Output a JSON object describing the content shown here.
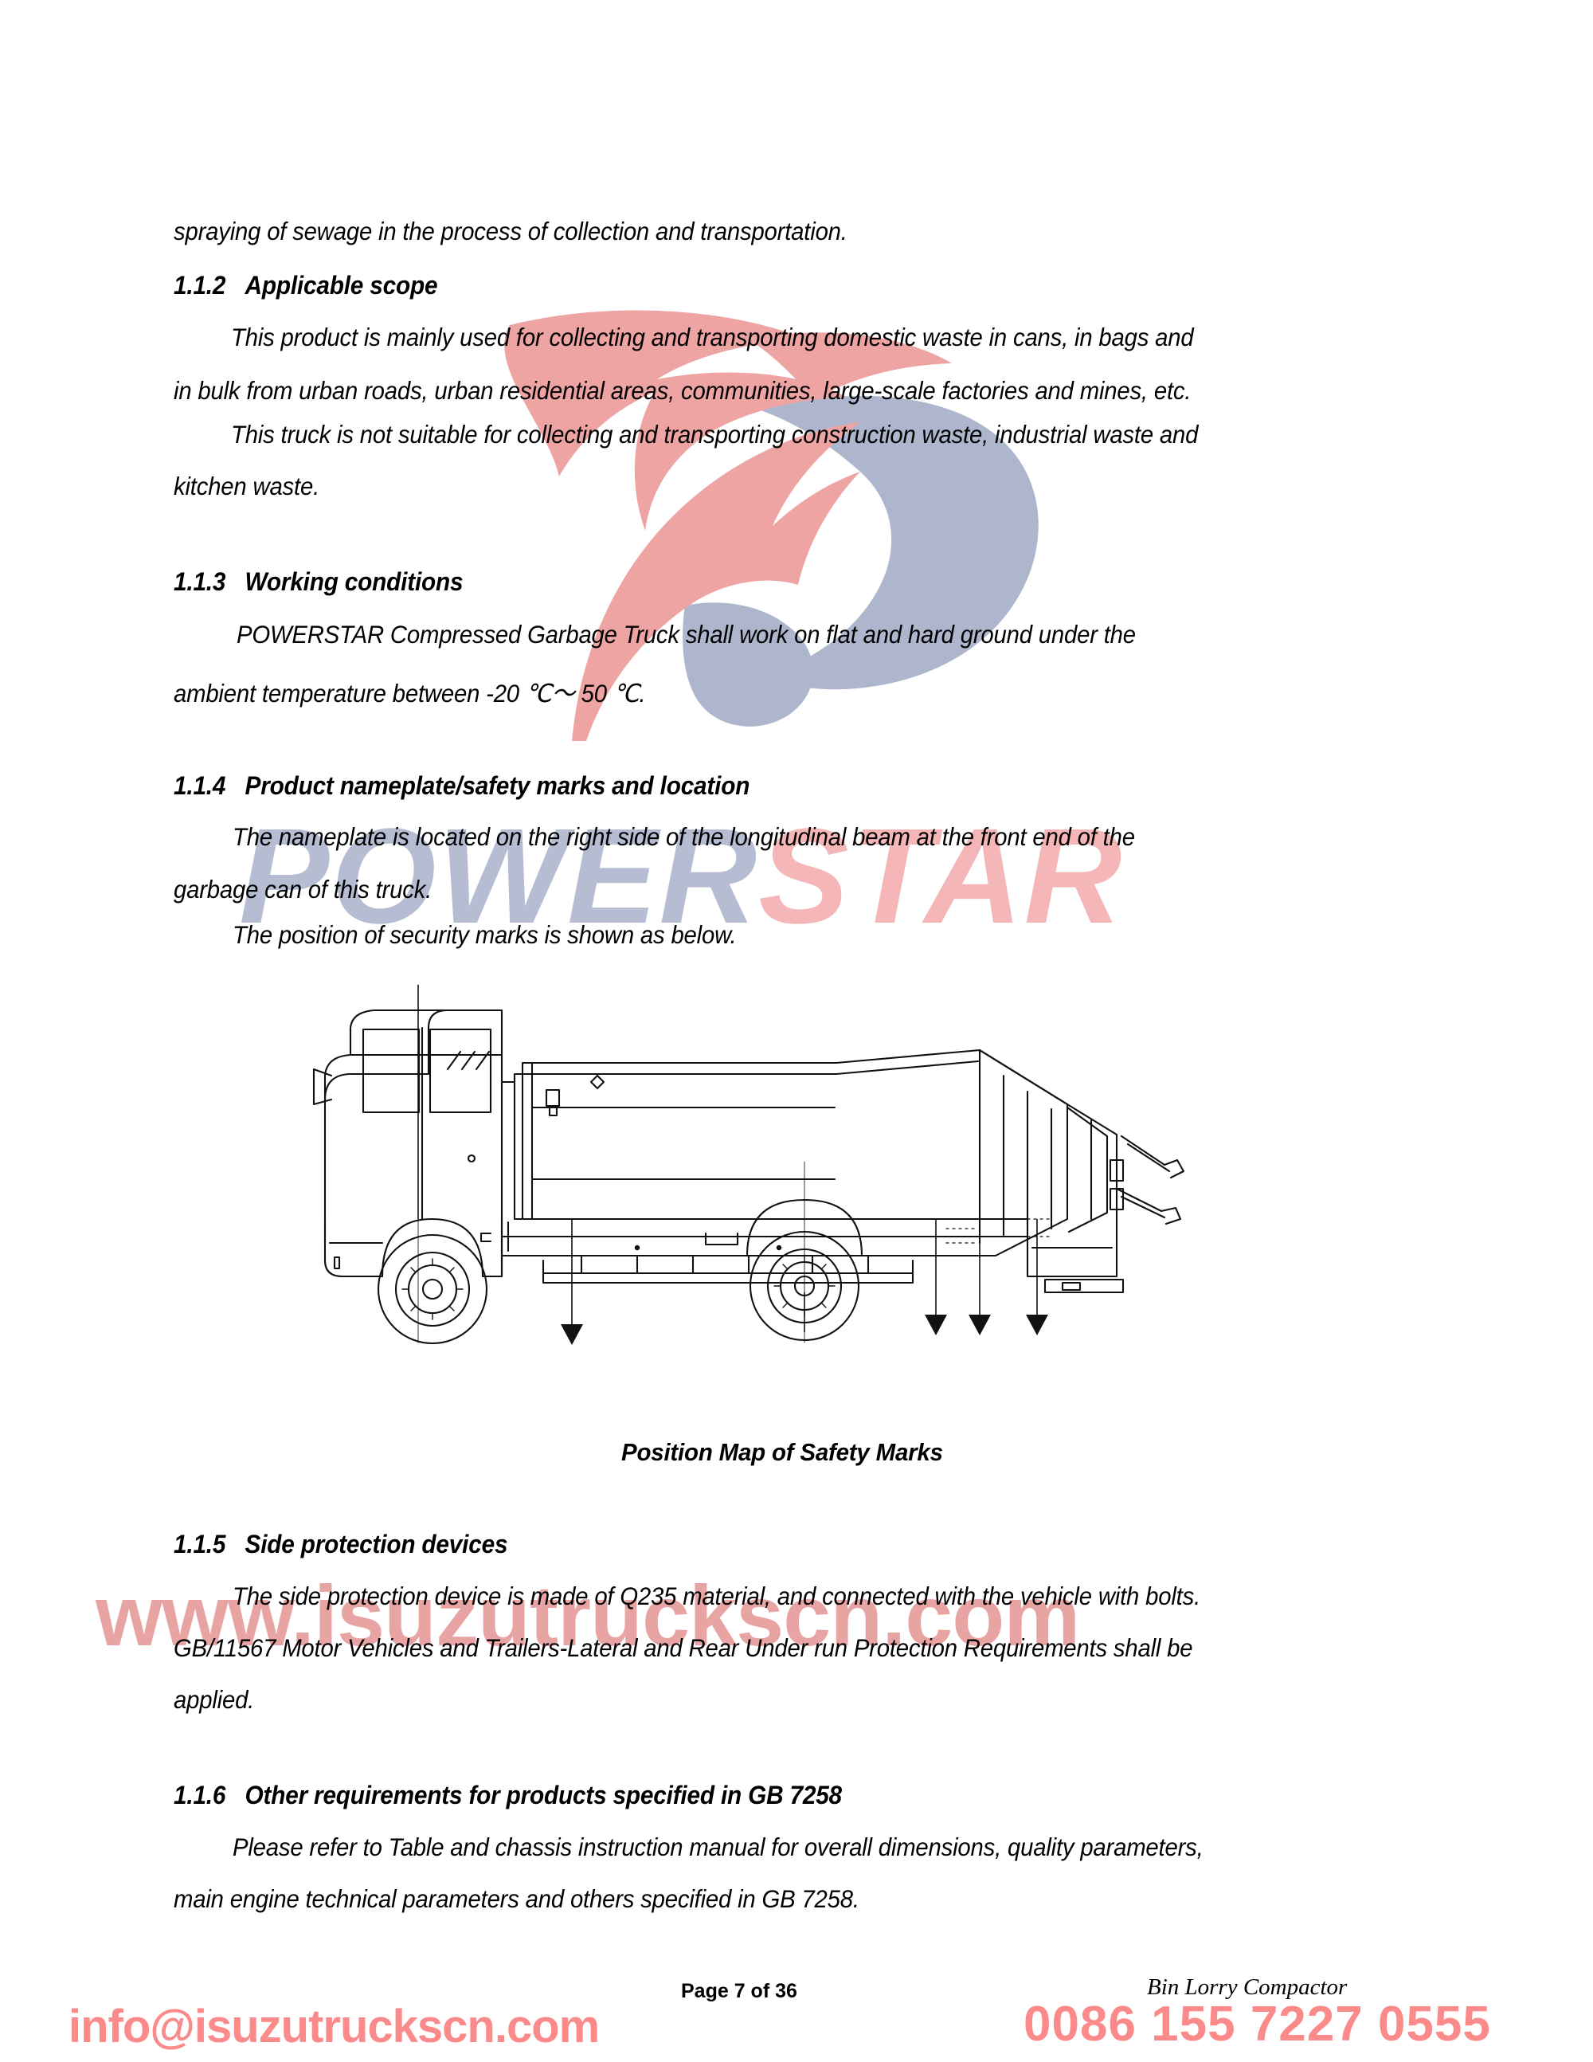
{
  "document": {
    "title": "POWERSTAR Compressed Garbage Truck Manual",
    "page_label": "Page 7 of  36",
    "product_name": "Bin Lorry Compactor"
  },
  "watermarks": {
    "brand_part1": "POWER",
    "brand_part2": "STAR",
    "website": "www.isuzutruckscn.com",
    "brand_color_1": "#b6bdd3",
    "brand_color_2": "#f4b6b6",
    "website_color": "#e8a3a3",
    "eagle_pink": "#f0a8a8",
    "eagle_blue": "#aeb6cd"
  },
  "body": {
    "continued_line": "spraying of sewage in the process of collection and transportation.",
    "sections": [
      {
        "number": "1.1.2",
        "heading": "Applicable scope",
        "lines": [
          "This product is mainly used for collecting and transporting domestic waste in cans, in bags and",
          "in bulk from urban roads, urban residential areas, communities, large-scale factories and mines, etc.",
          "This truck is not suitable for collecting and transporting construction waste, industrial waste and",
          "kitchen waste."
        ]
      },
      {
        "number": "1.1.3",
        "heading": "Working conditions",
        "lines": [
          "POWERSTAR Compressed Garbage Truck shall work on flat and hard ground under the",
          "ambient temperature between -20 ℃～ 50 ℃."
        ]
      },
      {
        "number": "1.1.4",
        "heading": "Product nameplate/safety marks and location",
        "lines": [
          "The nameplate is located on the right side of the longitudinal beam at the front end of the",
          "garbage can of this truck.",
          "The position of security marks is shown as below."
        ]
      },
      {
        "number": "1.1.5",
        "heading": "Side protection devices",
        "lines": [
          "The side protection device is made of Q235 material, and connected with the vehicle with bolts.",
          "GB/11567 Motor Vehicles and Trailers-Lateral and Rear Under run Protection Requirements shall be",
          "applied."
        ]
      },
      {
        "number": "1.1.6",
        "heading": "Other requirements for products specified in GB 7258",
        "lines": [
          "Please refer to Table and chassis instruction manual for overall dimensions, quality parameters,",
          "main engine technical parameters and others specified in GB 7258."
        ]
      }
    ]
  },
  "figure": {
    "caption": "Position Map of Safety Marks",
    "alt": "Side-view line drawing of a compressed garbage truck with safety mark pointer arrows"
  },
  "footer": {
    "email": "info@isuzutruckscn.com",
    "phone": "0086 155 7227 0555",
    "accent_color": "#fb8a8a"
  }
}
